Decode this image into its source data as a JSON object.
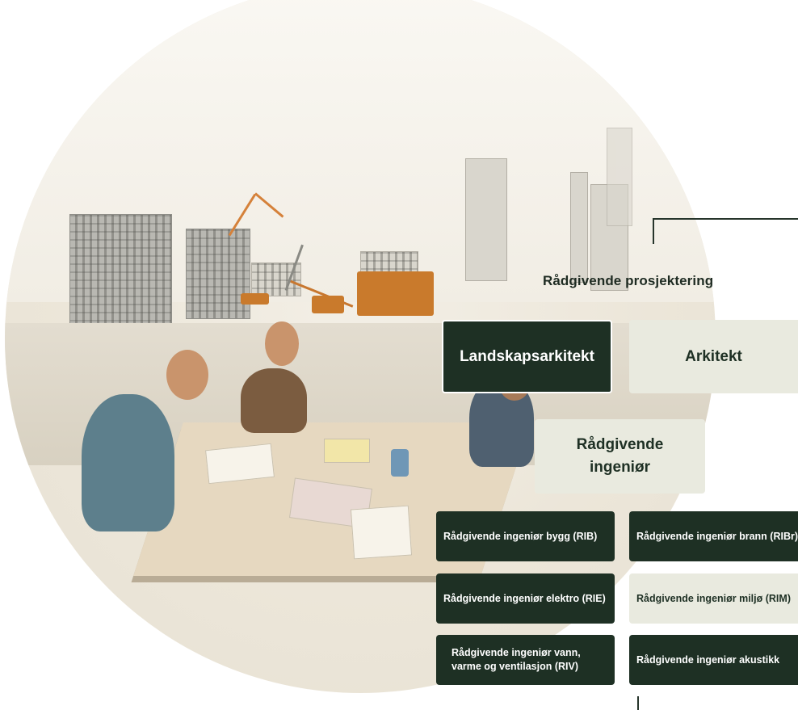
{
  "diagram": {
    "title": "Rådgivende prosjektering",
    "top_boxes": [
      {
        "label": "Landskapsarkitekt",
        "style": "dark"
      },
      {
        "label": "Arkitekt",
        "style": "light"
      }
    ],
    "mid_box": {
      "label": "Rådgivende ingeniør",
      "style": "light"
    },
    "sub_boxes": [
      {
        "label": "Rådgivende ingeniør bygg (RIB)",
        "style": "dark"
      },
      {
        "label": "Rådgivende ingeniør brann (RIBr)",
        "style": "dark"
      },
      {
        "label": "Rådgivende ingeniør elektro (RIE)",
        "style": "dark"
      },
      {
        "label": "Rådgivende ingeniør miljø (RIM)",
        "style": "light"
      },
      {
        "label": "Rådgivende ingeniør vann, varme og ventilasjon (RIV)",
        "style": "dark"
      },
      {
        "label": "Rådgivende ingeniør akustikk",
        "style": "dark"
      }
    ]
  },
  "colors": {
    "dark": "#1e3024",
    "light": "#e9eadf",
    "line": "#26352b"
  },
  "illustration": {
    "subject": "watercolor-architects-at-table-construction-site"
  }
}
